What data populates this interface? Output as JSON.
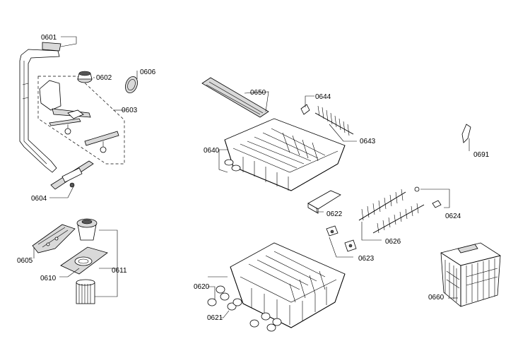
{
  "parts": {
    "p0601": "0601",
    "p0602": "0602",
    "p0603": "0603",
    "p0604": "0604",
    "p0605": "0605",
    "p0606": "0606",
    "p0610": "0610",
    "p0611": "0611",
    "p0620": "0620",
    "p0621": "0621",
    "p0622": "0622",
    "p0623": "0623",
    "p0624": "0624",
    "p0626": "0626",
    "p0640": "0640",
    "p0643": "0643",
    "p0644": "0644",
    "p0650": "0650",
    "p0660": "0660",
    "p0691": "0691"
  }
}
